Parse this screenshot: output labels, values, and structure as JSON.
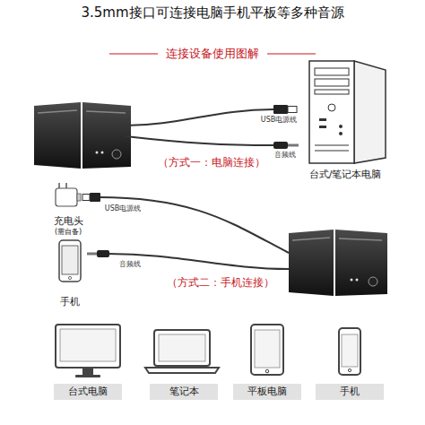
{
  "diagram": {
    "title": "3.5mm接口可连接电脑手机平板等多种音源",
    "nodes": [
      {
        "text": [
          "台式/笔记本电脑"
        ]
      },
      {
        "text": [
          "充电头",
          "(需自备)"
        ]
      },
      {
        "text": [
          "手机"
        ]
      },
      {
        "text": [
          "台式电脑"
        ]
      },
      {
        "text": [
          "笔记本"
        ]
      },
      {
        "text": [
          "平板电脑"
        ]
      },
      {
        "text": [
          "手机"
        ]
      }
    ],
    "labels": [
      "连接设备使用图解",
      "USB电源线",
      "音频线",
      "（方式一：电脑连接）",
      "USB电源线",
      "音频线",
      "（方式二：手机连接）"
    ]
  }
}
